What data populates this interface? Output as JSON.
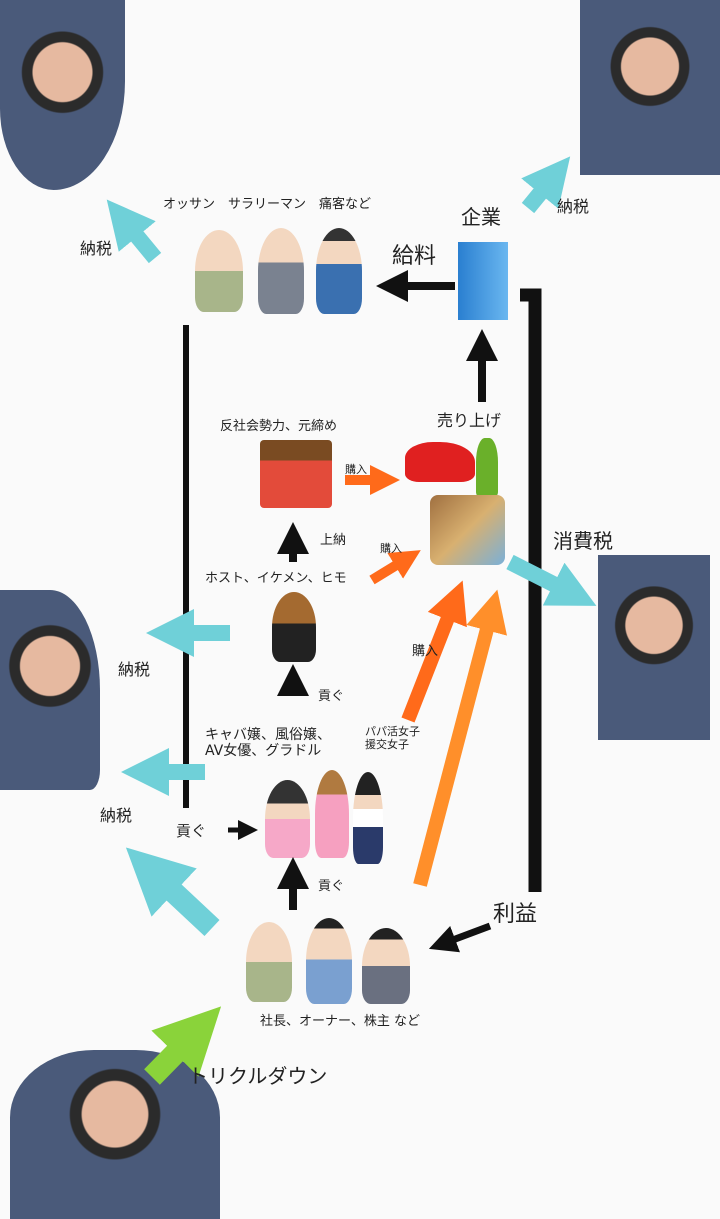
{
  "labels": {
    "group_top": "オッサン　サラリーマン　痛客など",
    "company": "企業",
    "tax_top_left": "納税",
    "tax_top_right": "納税",
    "salary": "給料",
    "sales": "売り上げ",
    "antisocial": "反社会勢力、元締め",
    "purchase_1": "購入",
    "purchase_2": "購入",
    "tribute_up": "上納",
    "host": "ホスト、イケメン、ヒモ",
    "consumption_tax": "消費税",
    "tax_mid": "納税",
    "purchase_3": "購入",
    "mitsugu_1": "貢ぐ",
    "hostess": "キャバ嬢、風俗嬢、\nAV女優、グラドル",
    "papakatsu": "パパ活女子\n援交女子",
    "tax_lower": "納税",
    "mitsugu_2": "貢ぐ",
    "mitsugu_3": "貢ぐ",
    "profit": "利益",
    "owners": "社長、オーナー、株主 など",
    "trickle_down": "トリクルダウン"
  },
  "colors": {
    "cyan": "#6fd0d8",
    "orange": "#ff6a1a",
    "orange_light": "#ff8f2a",
    "green": "#8ad33a",
    "black": "#111111"
  }
}
